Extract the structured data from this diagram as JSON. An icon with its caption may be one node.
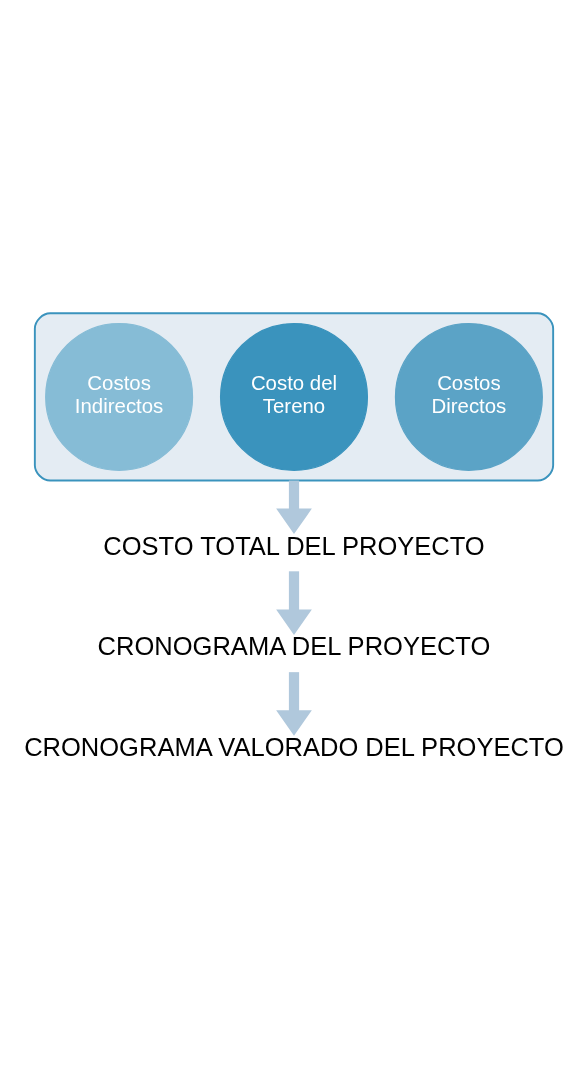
{
  "diagram": {
    "nodes": [
      {
        "text": [],
        "shape": "funnel"
      },
      {
        "text": [
          "Costos Directos"
        ],
        "in": 0
      },
      {
        "text": [
          "Costo del Tereno"
        ],
        "in": 0
      },
      {
        "text": [
          "Costos Indirectos"
        ],
        "in": 0
      },
      {
        "text": [
          "COSTO TOTAL DEL PROYECTO"
        ]
      },
      {
        "text": [
          "CRONOGRAMA DEL PROYECTO"
        ]
      },
      {
        "text": [
          "CRONOGRAMA VALORADO DEL PROYECTO"
        ]
      }
    ],
    "edges": [
      {
        "from": 0,
        "to": 4,
        "arrow": "to"
      },
      {
        "from": 4,
        "to": 5,
        "arrow": "to"
      },
      {
        "from": 5,
        "to": 6,
        "arrow": "to"
      }
    ]
  }
}
